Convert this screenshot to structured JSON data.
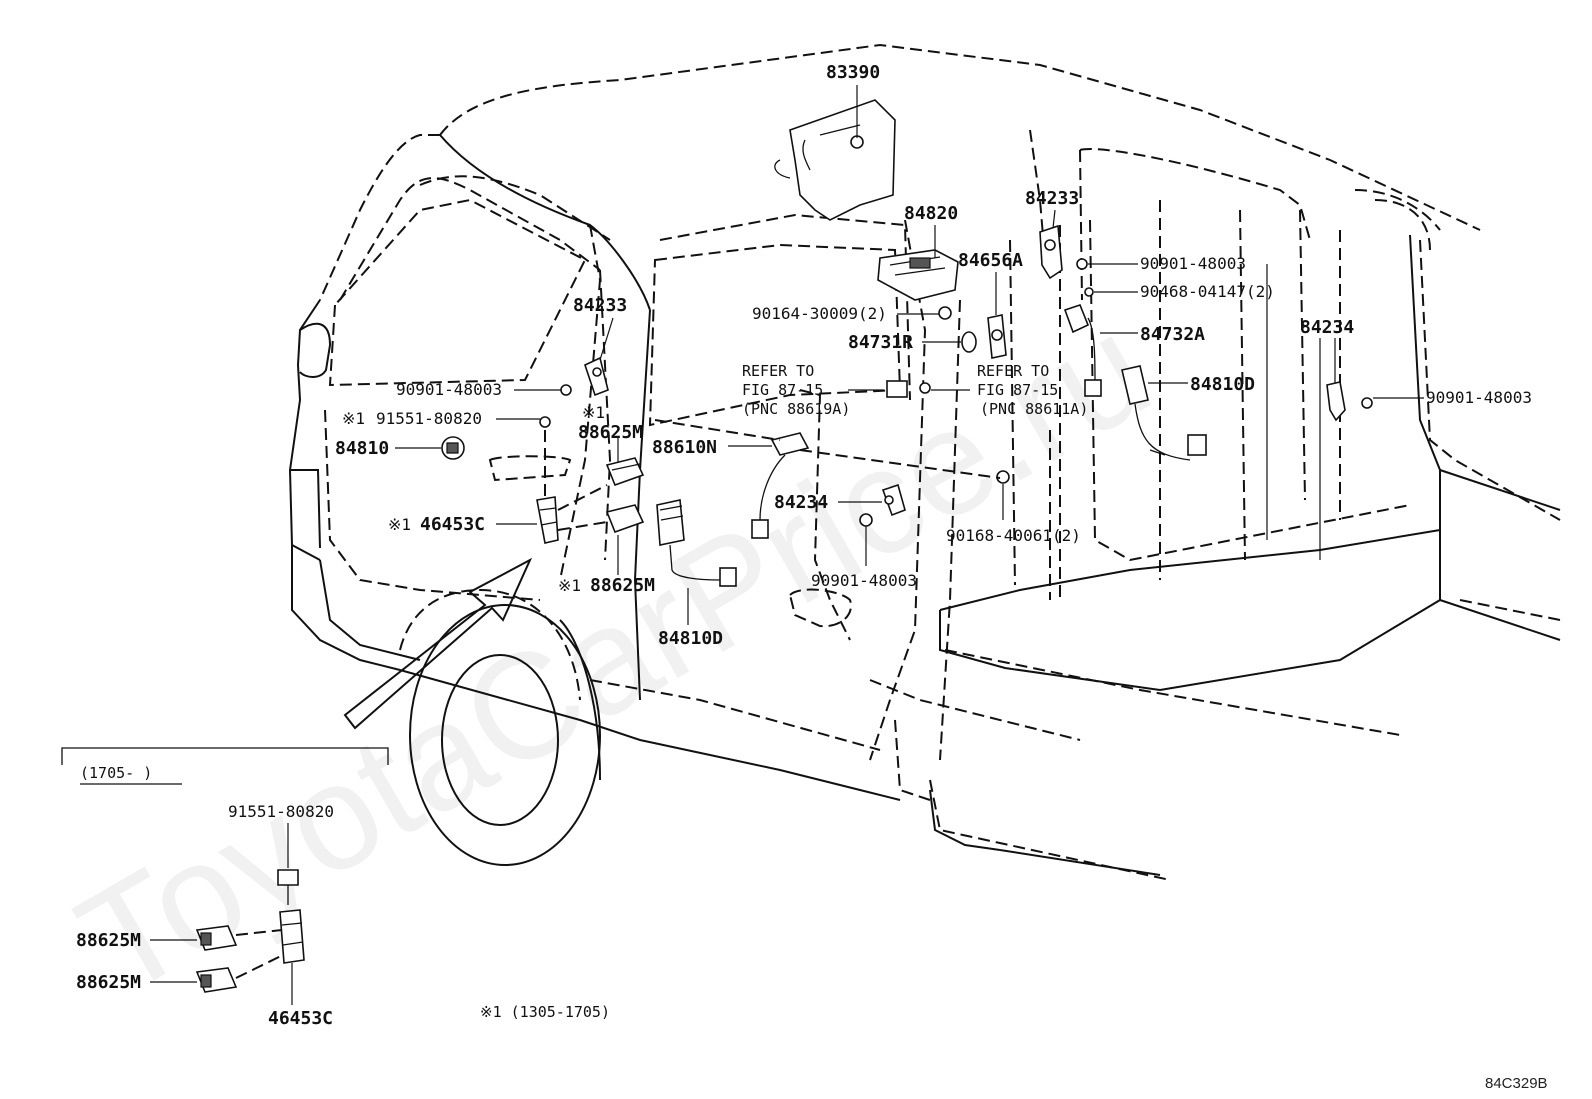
{
  "parts": {
    "p83390": "83390",
    "p84820": "84820",
    "p84233_top": "84233",
    "p84656A": "84656A",
    "p90901_top": "90901-48003",
    "p90468": "90468-04147(2)",
    "p84732A": "84732A",
    "p84234_right": "84234",
    "p90901_right": "90901-48003",
    "p84810D_right": "84810D",
    "p90164": "90164-30009(2)",
    "p84731R": "84731R",
    "refer1_line1": "REFER TO",
    "refer1_line2": "FIG 87-15",
    "refer1_line3": "(PNC 88619A)",
    "refer2_line1": "REFER TO",
    "refer2_line2": "FIG 87-15",
    "refer2_line3": "(PNC 88611A)",
    "p84233_left": "84233",
    "p90901_left": "90901-48003",
    "p91551_left": "91551-80820",
    "mark_left": "※1",
    "mark_88625M_top": "※1",
    "p88625M_top": "88625M",
    "p84810": "84810",
    "p88610N": "88610N",
    "mark_46453C": "※1",
    "p46453C": "46453C",
    "p84234_center": "84234",
    "p90168": "90168-40061(2)",
    "p90901_center": "90901-48003",
    "mark_88625M_bottom": "※1",
    "p88625M_bottom": "88625M",
    "p84810D_center": "84810D"
  },
  "inset": {
    "range": "(1705-    )",
    "p91551": "91551-80820",
    "p88625M_a": "88625M",
    "p88625M_b": "88625M",
    "p46453C": "46453C"
  },
  "footnote": "※1 (1305-1705)",
  "diagram_code": "84C329B",
  "watermark": "ToyotaCarPrice.ru"
}
